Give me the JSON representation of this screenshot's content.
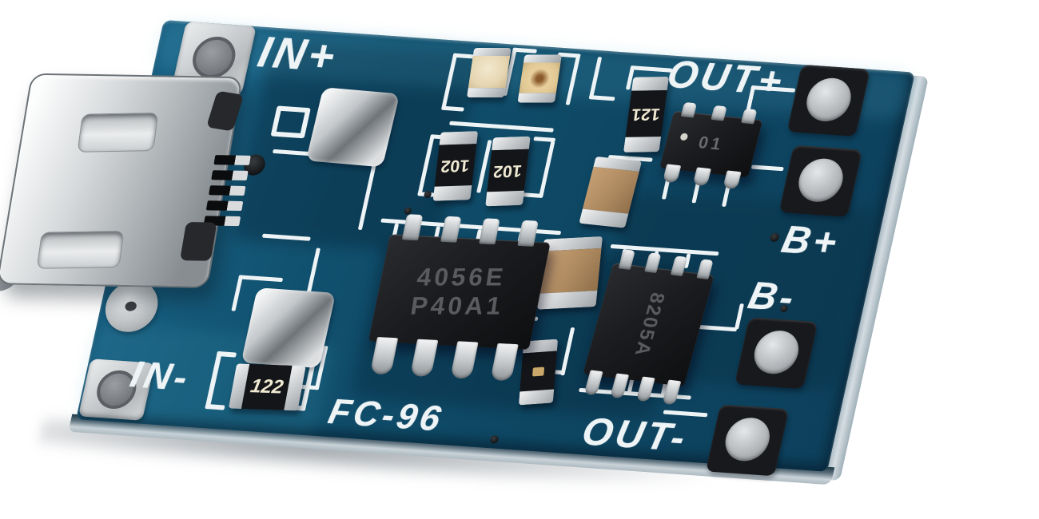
{
  "silkscreen": {
    "in_plus": "IN+",
    "in_minus": "IN-",
    "out_plus": "OUT+",
    "out_minus": "OUT-",
    "b_plus": "B+",
    "b_minus": "B-",
    "board_id": "FC-96"
  },
  "chip_markings": {
    "charger_ic_line1": "4056E",
    "charger_ic_line2": "P40A1",
    "mosfet_ic": "8205A",
    "protection_ic": "01"
  },
  "resistor_markings": {
    "input_resistor": "122",
    "led_resistor_left": "102",
    "led_resistor_right": "102",
    "top_right_resistor": "121"
  },
  "colors": {
    "pcb_blue": "#10506e",
    "pcb_blue_dark": "#0b3a55",
    "pcb_blue_light": "#1d6a8a",
    "silkscreen_white": "#eef4f6",
    "solder_silver": "#c9cccf",
    "ic_black": "#1b1c1f",
    "capacitor_tan": "#ae8a60",
    "led_cream": "#e6d6b2",
    "background": "#ffffff"
  }
}
